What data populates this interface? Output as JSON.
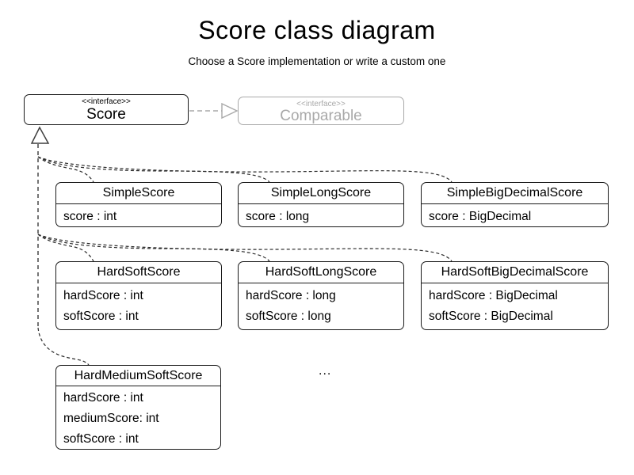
{
  "title": {
    "text": "Score class diagram",
    "subtitle": "Choose a Score implementation or write a custom one"
  },
  "interfaces": {
    "score": {
      "stereotype": "<<interface>>",
      "name": "Score"
    },
    "comparable": {
      "stereotype": "<<interface>>",
      "name": "Comparable"
    }
  },
  "classes": [
    {
      "name": "SimpleScore",
      "attributes": [
        "score : int"
      ]
    },
    {
      "name": "SimpleLongScore",
      "attributes": [
        "score : long"
      ]
    },
    {
      "name": "SimpleBigDecimalScore",
      "attributes": [
        "score : BigDecimal"
      ]
    },
    {
      "name": "HardSoftScore",
      "attributes": [
        "hardScore : int",
        "softScore : int"
      ]
    },
    {
      "name": "HardSoftLongScore",
      "attributes": [
        "hardScore : long",
        "softScore : long"
      ]
    },
    {
      "name": "HardSoftBigDecimalScore",
      "attributes": [
        "hardScore : BigDecimal",
        "softScore : BigDecimal"
      ]
    },
    {
      "name": "HardMediumSoftScore",
      "attributes": [
        "hardScore : int",
        "mediumScore: int",
        "softScore : int"
      ]
    }
  ],
  "ellipsis": "...",
  "colors": {
    "stroke": "#1a1a1a",
    "triangle_stroke": "#3f3f3f",
    "muted": "#a9a9a9",
    "background": "#ffffff",
    "text": "#000000"
  }
}
